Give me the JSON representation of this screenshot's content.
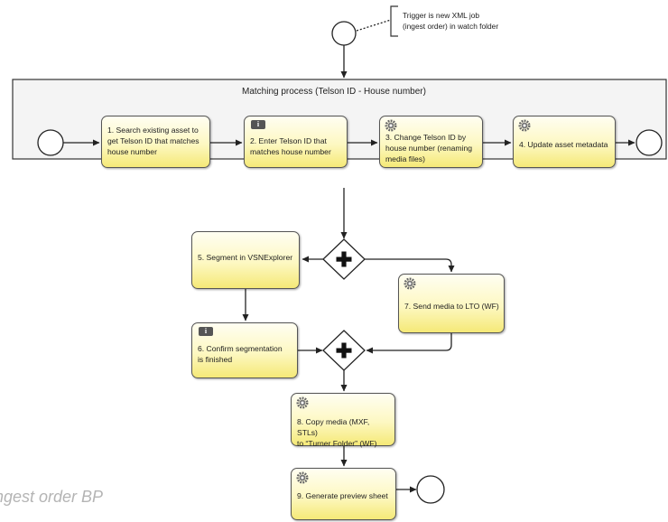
{
  "annotation": {
    "text": "Trigger is new XML job\n(ingest order) in watch folder"
  },
  "pool": {
    "title": "Matching process (Telson ID - House number)"
  },
  "tasks": [
    {
      "label": "1. Search existing asset to\nget Telson ID that matches\nhouse number",
      "icon": "none"
    },
    {
      "label": "2. Enter Telson ID that\nmatches house number",
      "icon": "user-task-icon"
    },
    {
      "label": "3. Change Telson ID by\nhouse number (renaming\nmedia files)",
      "icon": "gear-icon"
    },
    {
      "label": "4. Update asset metadata",
      "icon": "gear-icon"
    },
    {
      "label": "5. Segment in VSNExplorer",
      "icon": "none"
    },
    {
      "label": "6. Confirm segmentation\nis finished",
      "icon": "user-task-icon"
    },
    {
      "label": "7. Send media to LTO (WF)",
      "icon": "gear-icon"
    },
    {
      "label": "8. Copy media (MXF, STLs)\nto “Turner Folder” (WF)",
      "icon": "gear-icon"
    },
    {
      "label": "9. Generate preview sheet",
      "icon": "gear-icon"
    }
  ],
  "caption": {
    "text": "ngest order BP"
  },
  "colors": {
    "task_fill_top": "#fffef2",
    "task_fill_bottom": "#f5e977",
    "pool_fill": "#f4f4f4",
    "stroke": "#333333",
    "caption": "#b4b4b4"
  }
}
